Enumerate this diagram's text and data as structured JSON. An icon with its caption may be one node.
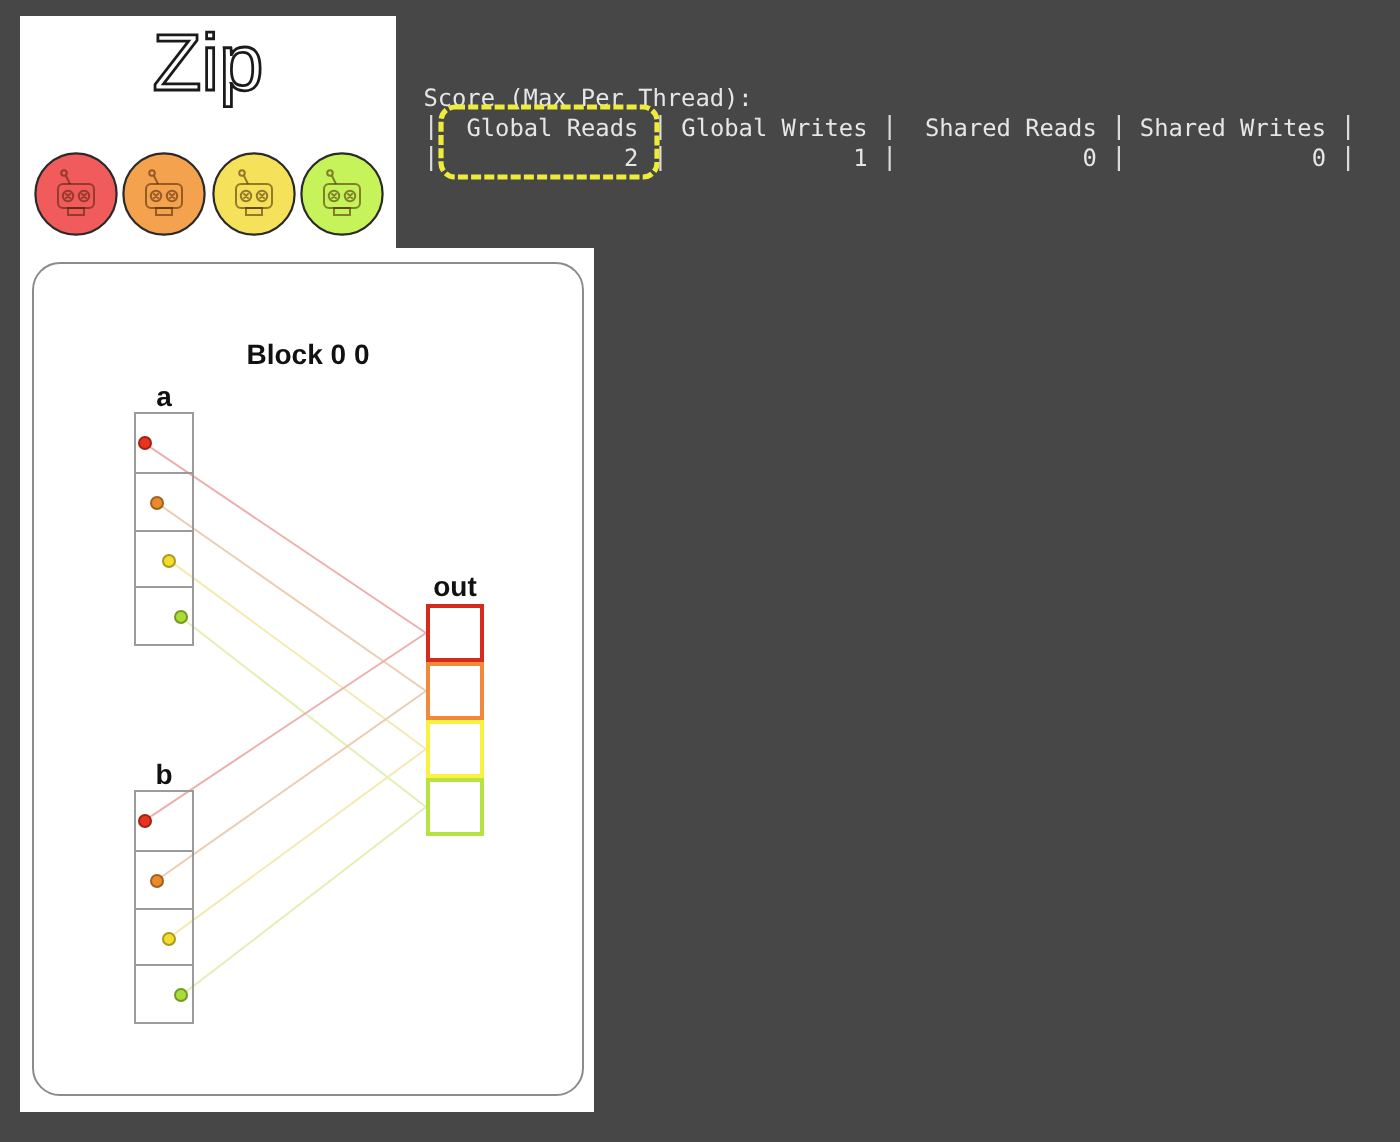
{
  "diagram": {
    "title": "Zip",
    "nodes": [
      {
        "text": [
          "Block 0 0"
        ]
      },
      {
        "text": [
          "a"
        ],
        "in": 0
      },
      {
        "text": [],
        "shape": "box",
        "in": 1
      },
      {
        "text": [],
        "shape": "circle",
        "in": 2
      },
      {
        "text": [],
        "shape": "box",
        "in": 1
      },
      {
        "text": [],
        "shape": "circle",
        "in": 4
      },
      {
        "text": [],
        "shape": "box",
        "in": 1
      },
      {
        "text": [],
        "shape": "circle",
        "in": 6
      },
      {
        "text": [],
        "shape": "box",
        "in": 1
      },
      {
        "text": [],
        "shape": "circle",
        "in": 8
      },
      {
        "text": [
          "b"
        ],
        "in": 0
      },
      {
        "text": [],
        "shape": "box",
        "in": 10
      },
      {
        "text": [],
        "shape": "circle",
        "in": 11
      },
      {
        "text": [],
        "shape": "box",
        "in": 10
      },
      {
        "text": [],
        "shape": "circle",
        "in": 13
      },
      {
        "text": [],
        "shape": "box",
        "in": 10
      },
      {
        "text": [],
        "shape": "circle",
        "in": 15
      },
      {
        "text": [],
        "shape": "box",
        "in": 10
      },
      {
        "text": [],
        "shape": "circle",
        "in": 17
      },
      {
        "text": [
          "out"
        ],
        "in": 0
      },
      {
        "text": [],
        "shape": "box",
        "in": 19
      },
      {
        "text": [],
        "shape": "box",
        "in": 19
      },
      {
        "text": [],
        "shape": "box",
        "in": 19
      },
      {
        "text": [],
        "shape": "box",
        "in": 19
      }
    ],
    "edges": [
      {
        "from": 3,
        "to": 20,
        "arrow": "none",
        "color": "#ebb0ae"
      },
      {
        "from": 5,
        "to": 21,
        "arrow": "none",
        "color": "#ebcdb3"
      },
      {
        "from": 7,
        "to": 22,
        "arrow": "none",
        "color": "#f3eab2"
      },
      {
        "from": 9,
        "to": 23,
        "arrow": "none",
        "color": "#e2efb5"
      },
      {
        "from": 12,
        "to": 20,
        "arrow": "none",
        "color": "#ebb0ae"
      },
      {
        "from": 14,
        "to": 21,
        "arrow": "none",
        "color": "#ebcdb3"
      },
      {
        "from": 16,
        "to": 22,
        "arrow": "none",
        "color": "#f3eab2"
      },
      {
        "from": 18,
        "to": 23,
        "arrow": "none",
        "color": "#e2efb5"
      }
    ],
    "labels": [
      "Score (Max Per Thread):",
      "Global Reads",
      "Global Writes",
      "Shared Reads",
      "Shared Writes",
      "2",
      "1",
      "0",
      "0"
    ]
  }
}
